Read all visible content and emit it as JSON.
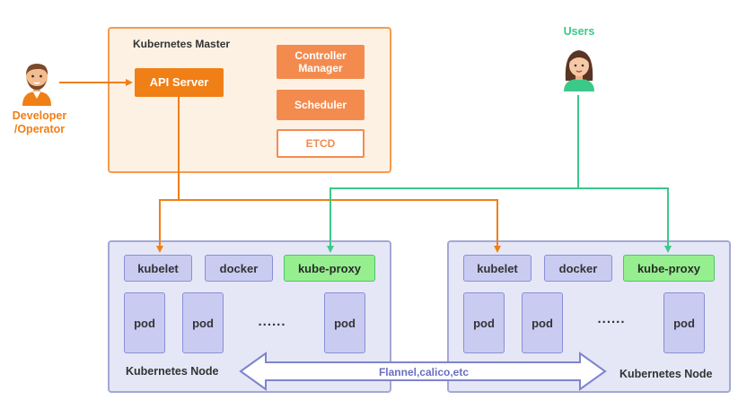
{
  "master": {
    "title": "Kubernetes Master",
    "api_server": "API Server",
    "controller_manager": "Controller\nManager",
    "scheduler": "Scheduler",
    "etcd": "ETCD"
  },
  "developer": {
    "label_line1": "Developer",
    "label_line2": "/Operator"
  },
  "users": {
    "label": "Users"
  },
  "nodes": [
    {
      "label": "Kubernetes Node",
      "kubelet": "kubelet",
      "docker": "docker",
      "kube_proxy": "kube-proxy",
      "pods": [
        "pod",
        "pod",
        "pod"
      ],
      "ellipsis": "......"
    },
    {
      "label": "Kubernetes Node",
      "kubelet": "kubelet",
      "docker": "docker",
      "kube_proxy": "kube-proxy",
      "pods": [
        "pod",
        "pod",
        "pod"
      ],
      "ellipsis": "......"
    }
  ],
  "network": {
    "label": "Flannel,calico,etc"
  },
  "colors": {
    "orange": "#f07f16",
    "green": "#3cc889",
    "node_border": "#a4a8d4",
    "kube_proxy": "#96ef8e"
  },
  "icons": {
    "developer": "man-avatar-icon",
    "users": "woman-avatar-icon"
  }
}
